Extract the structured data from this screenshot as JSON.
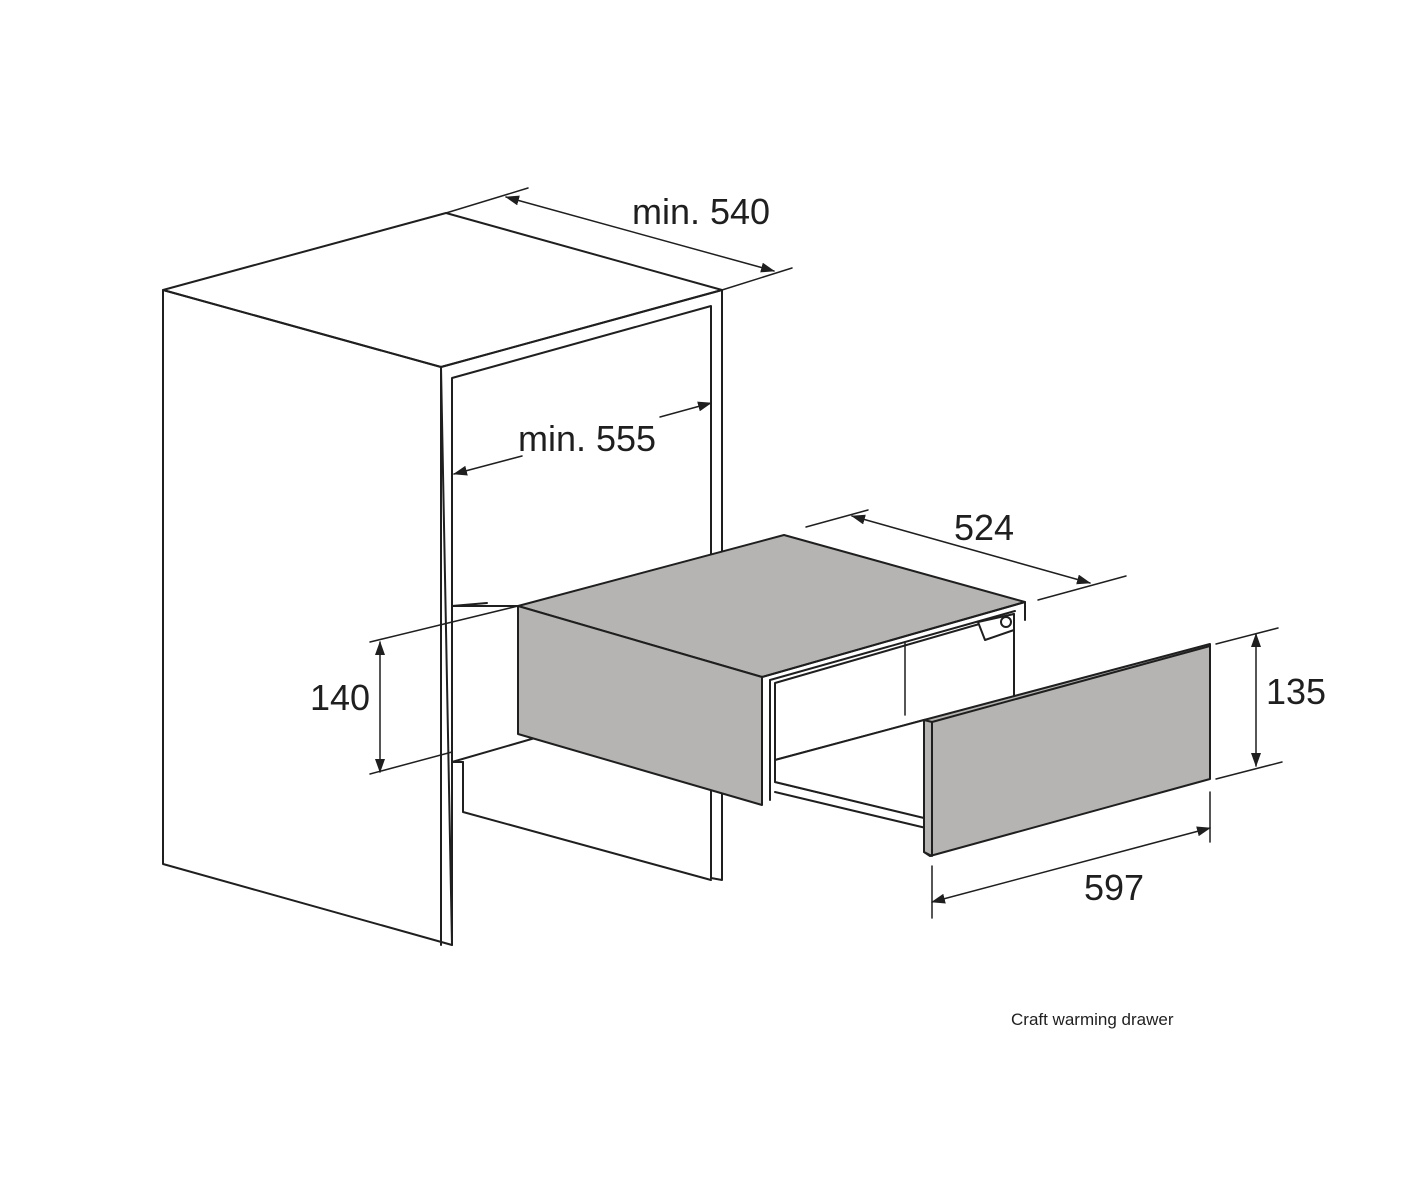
{
  "colors": {
    "line": "#1f1f1f",
    "drawer_fill": "#b5b4b2",
    "background": "#ffffff"
  },
  "dimensions": {
    "cabinet_depth": "min. 540",
    "niche_width": "min. 555",
    "drawer_depth": "524",
    "niche_height": "140",
    "drawer_height": "135",
    "drawer_width": "597"
  },
  "caption": "Craft warming drawer"
}
